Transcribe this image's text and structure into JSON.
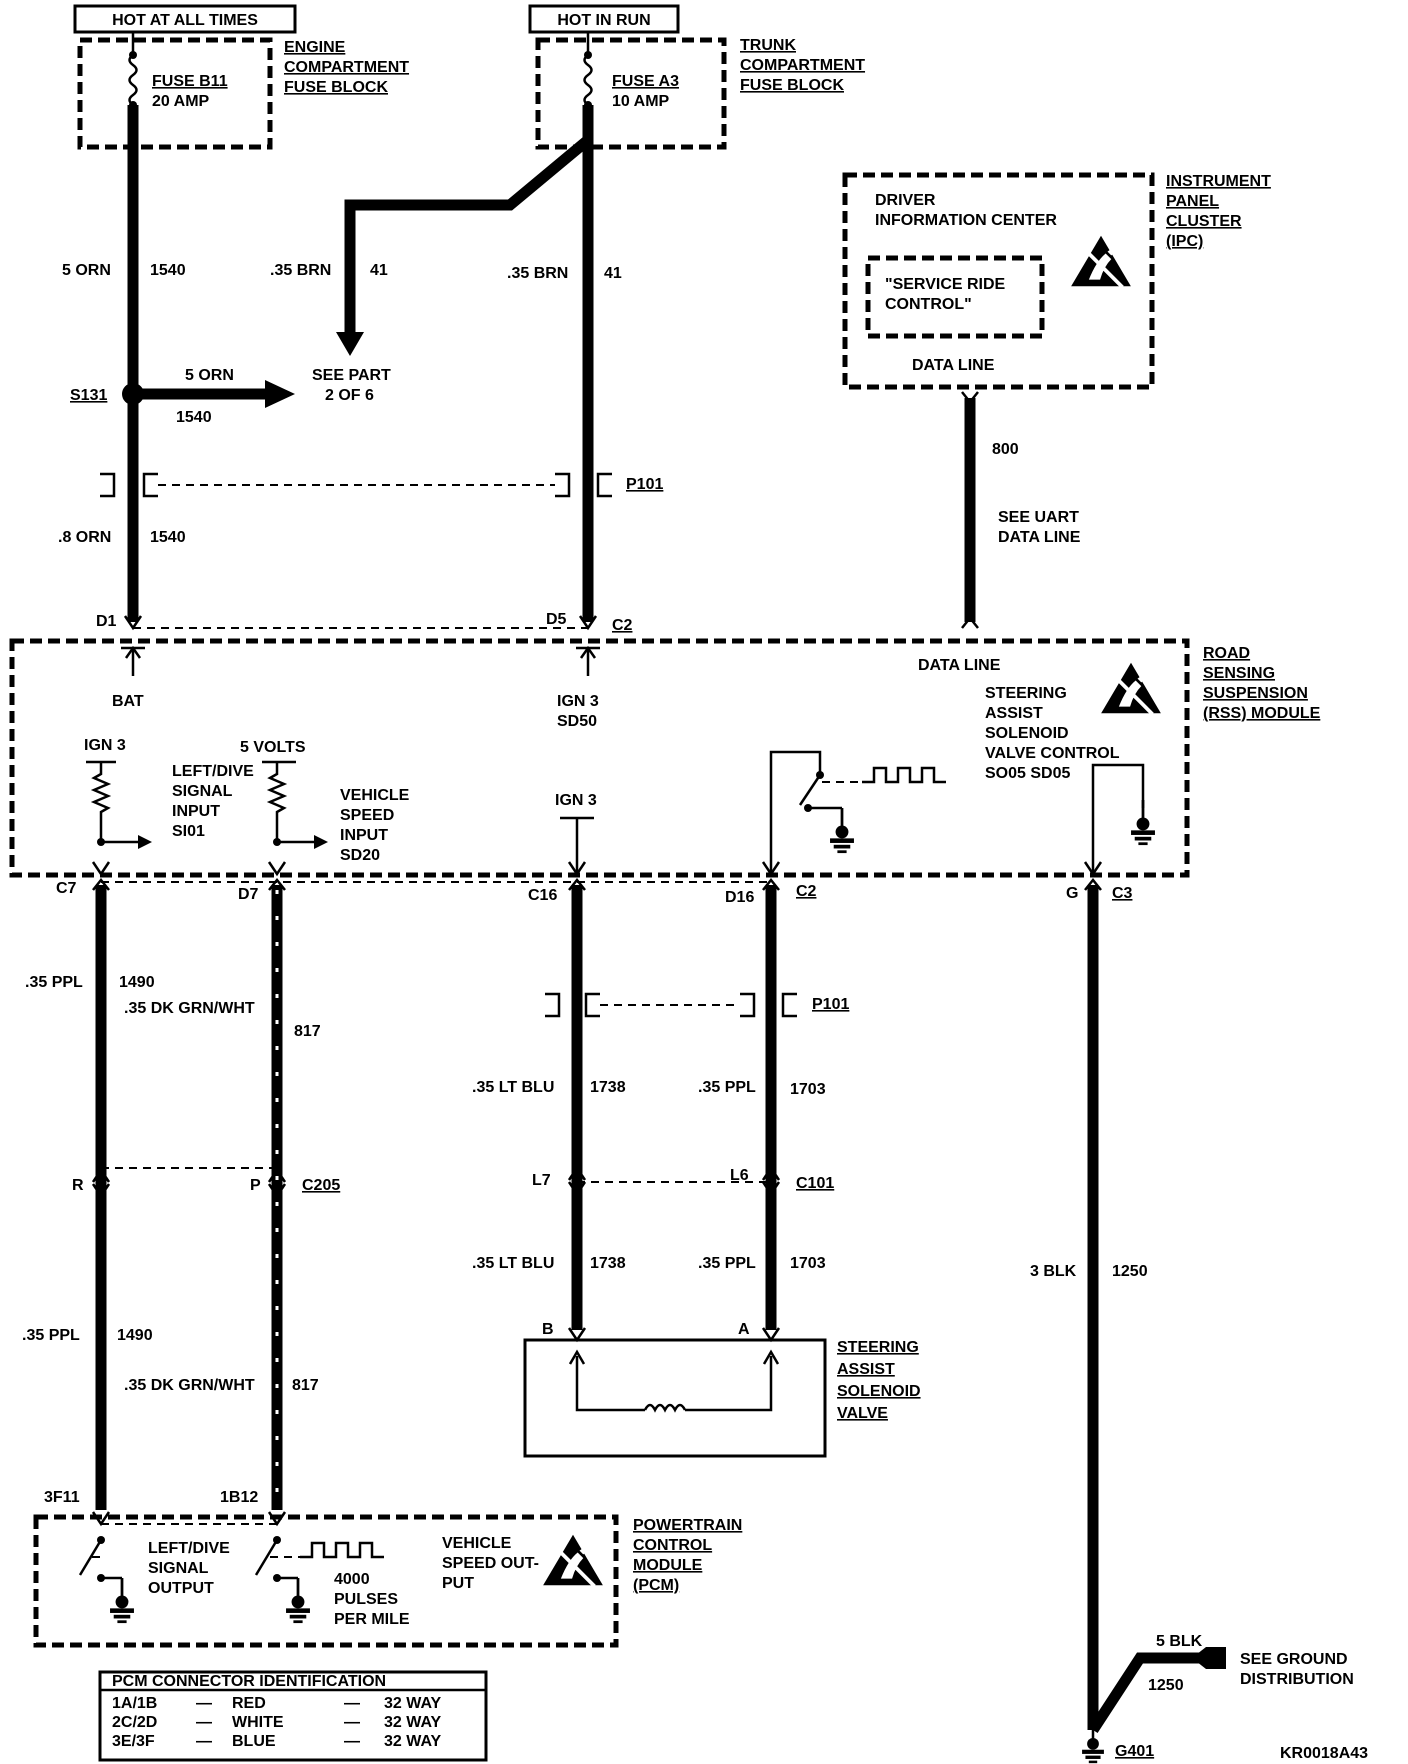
{
  "power": {
    "hot_at_all_times": "HOT AT ALL TIMES",
    "hot_in_run": "HOT IN RUN",
    "engine_fuse_block": [
      "ENGINE",
      "COMPARTMENT",
      "FUSE BLOCK"
    ],
    "trunk_fuse_block": [
      "TRUNK",
      "COMPARTMENT",
      "FUSE BLOCK"
    ],
    "fuse_b11": "FUSE B11",
    "fuse_b11_rating": "20 AMP",
    "fuse_a3": "FUSE A3",
    "fuse_a3_rating": "10 AMP"
  },
  "wires": {
    "w1540_top_color": "5 ORN",
    "w1540_top_num": "1540",
    "w41a_color": ".35 BRN",
    "w41a_num": "41",
    "w41b_color": ".35 BRN",
    "w41b_num": "41",
    "splice": "S131",
    "branch_color": "5 ORN",
    "branch_num": "1540",
    "see_part": [
      "SEE PART",
      "2 OF 6"
    ],
    "p101_top": "P101",
    "w1540_bot_color": ".8 ORN",
    "w1540_bot_num": "1540",
    "w800_num": "800",
    "see_uart": [
      "SEE UART",
      "DATA LINE"
    ]
  },
  "ipc": {
    "label": [
      "INSTRUMENT",
      "PANEL",
      "CLUSTER",
      "(IPC)"
    ],
    "dic": [
      "DRIVER",
      "INFORMATION CENTER"
    ],
    "msg": [
      "\"SERVICE RIDE",
      "CONTROL\""
    ],
    "data_line": "DATA LINE"
  },
  "rss": {
    "label": [
      "ROAD",
      "SENSING",
      "SUSPENSION",
      "(RSS) MODULE"
    ],
    "pin_d1": "D1",
    "pin_d5": "D5",
    "conn_c2_top": "C2",
    "bat": "BAT",
    "ign3_sd50": [
      "IGN 3",
      "SD50"
    ],
    "data_line": "DATA LINE",
    "steering": [
      "STEERING",
      "ASSIST",
      "SOLENOID",
      "VALVE CONTROL",
      "SO05 SD05"
    ],
    "ign3_a": "IGN 3",
    "five_volts": "5 VOLTS",
    "left_dive": [
      "LEFT/DIVE",
      "SIGNAL",
      "INPUT",
      "SI01"
    ],
    "vss_in": [
      "VEHICLE",
      "SPEED",
      "INPUT",
      "SD20"
    ],
    "ign3_b": "IGN 3",
    "pin_c7": "C7",
    "pin_d7": "D7",
    "pin_c16": "C16",
    "pin_d16": "D16",
    "conn_c2_bot": "C2",
    "pin_g": "G",
    "conn_c3": "C3"
  },
  "lower": {
    "w1490a_color": ".35 PPL",
    "w1490a_num": "1490",
    "w817a_color": ".35 DK GRN/WHT",
    "w817a_num": "817",
    "p101_bot": "P101",
    "w1738a_color": ".35 LT BLU",
    "w1738a_num": "1738",
    "w1703a_color": ".35 PPL",
    "w1703a_num": "1703",
    "pin_r": "R",
    "pin_p": "P",
    "c205": "C205",
    "pin_l7": "L7",
    "pin_l6": "L6",
    "c101": "C101",
    "w1738b_color": ".35 LT BLU",
    "w1738b_num": "1738",
    "w1703b_color": ".35 PPL",
    "w1703b_num": "1703",
    "w1250_color": "3 BLK",
    "w1250_num": "1250",
    "pin_b": "B",
    "pin_a": "A",
    "solenoid": [
      "STEERING",
      "ASSIST",
      "SOLENOID",
      "VALVE"
    ],
    "w1490b_color": ".35 PPL",
    "w1490b_num": "1490",
    "w817b_color": ".35 DK GRN/WHT",
    "w817b_num": "817",
    "pin_3f11": "3F11",
    "pin_1b12": "1B12"
  },
  "pcm": {
    "label": [
      "POWERTRAIN",
      "CONTROL",
      "MODULE",
      "(PCM)"
    ],
    "left_dive_out": [
      "LEFT/DIVE",
      "SIGNAL",
      "OUTPUT"
    ],
    "pulses": [
      "4000",
      "PULSES",
      "PER MILE"
    ],
    "vss_out": [
      "VEHICLE",
      "SPEED OUT-",
      "PUT"
    ]
  },
  "ground": {
    "w5blk_color": "5 BLK",
    "w5blk_num": "1250",
    "see_ground": [
      "SEE GROUND",
      "DISTRIBUTION"
    ],
    "g401": "G401"
  },
  "table": {
    "title": "PCM CONNECTOR IDENTIFICATION",
    "rows": [
      {
        "conn": "1A/1B",
        "color": "RED",
        "size": "32 WAY"
      },
      {
        "conn": "2C/2D",
        "color": "WHITE",
        "size": "32 WAY"
      },
      {
        "conn": "3E/3F",
        "color": "BLUE",
        "size": "32 WAY"
      }
    ],
    "dash": "—"
  },
  "figure_id": "KR0018A43"
}
